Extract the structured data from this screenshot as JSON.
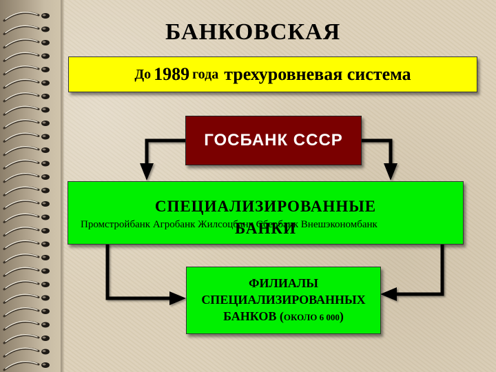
{
  "title": "БАНКОВСКАЯ СИСТЕМА",
  "subtitle": {
    "prefix": "До",
    "year": "1989",
    "word": "года",
    "rest": "трехуровневая система"
  },
  "gosbank": "ГОСБАНК СССР",
  "specialized": {
    "title_line1": "СПЕЦИАЛИЗИРОВАННЫЕ",
    "title_line2": "БАНКИ",
    "banks": "Промстройбанк  Агробанк  Жилсоцбанк  Сбербанк Внешэкономбанк"
  },
  "branches": {
    "line1": "ФИЛИАЛЫ",
    "line2": "СПЕЦИАЛИЗИРОВАННЫХ",
    "line3_a": "БАНКОВ (",
    "line3_b": "ОКОЛО 6 000",
    "line3_c": ")"
  },
  "colors": {
    "subtitle_bg": "#ffff00",
    "gosbank_bg": "#7a0000",
    "green_bg": "#00f000",
    "paper": "#dcd0b8"
  }
}
